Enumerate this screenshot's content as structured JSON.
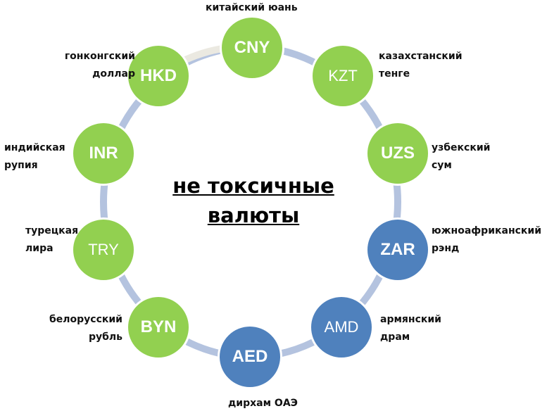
{
  "title_line1": "не токсичные",
  "title_line2": "валюты",
  "colors": {
    "green": "#92d050",
    "blue": "#4f81bd",
    "ring": "#b4c3df",
    "ring_gap": "#ebe9e1"
  },
  "nodes": [
    {
      "code": "CNY",
      "name1": "китайский юань",
      "name2": ""
    },
    {
      "code": "KZT",
      "name1": "казахстанский",
      "name2": "тенге"
    },
    {
      "code": "UZS",
      "name1": "узбекский",
      "name2": "сум"
    },
    {
      "code": "ZAR",
      "name1": "южноафриканский",
      "name2": "рэнд"
    },
    {
      "code": "AMD",
      "name1": "армянский",
      "name2": "драм"
    },
    {
      "code": "AED",
      "name1": "дирхам ОАЭ",
      "name2": ""
    },
    {
      "code": "BYN",
      "name1": "белорусский",
      "name2": "рубль"
    },
    {
      "code": "TRY",
      "name1": "турецкая",
      "name2": "лира"
    },
    {
      "code": "INR",
      "name1": "индийская",
      "name2": "рупия"
    },
    {
      "code": "HKD",
      "name1": "гонконгский",
      "name2": "доллар"
    }
  ]
}
